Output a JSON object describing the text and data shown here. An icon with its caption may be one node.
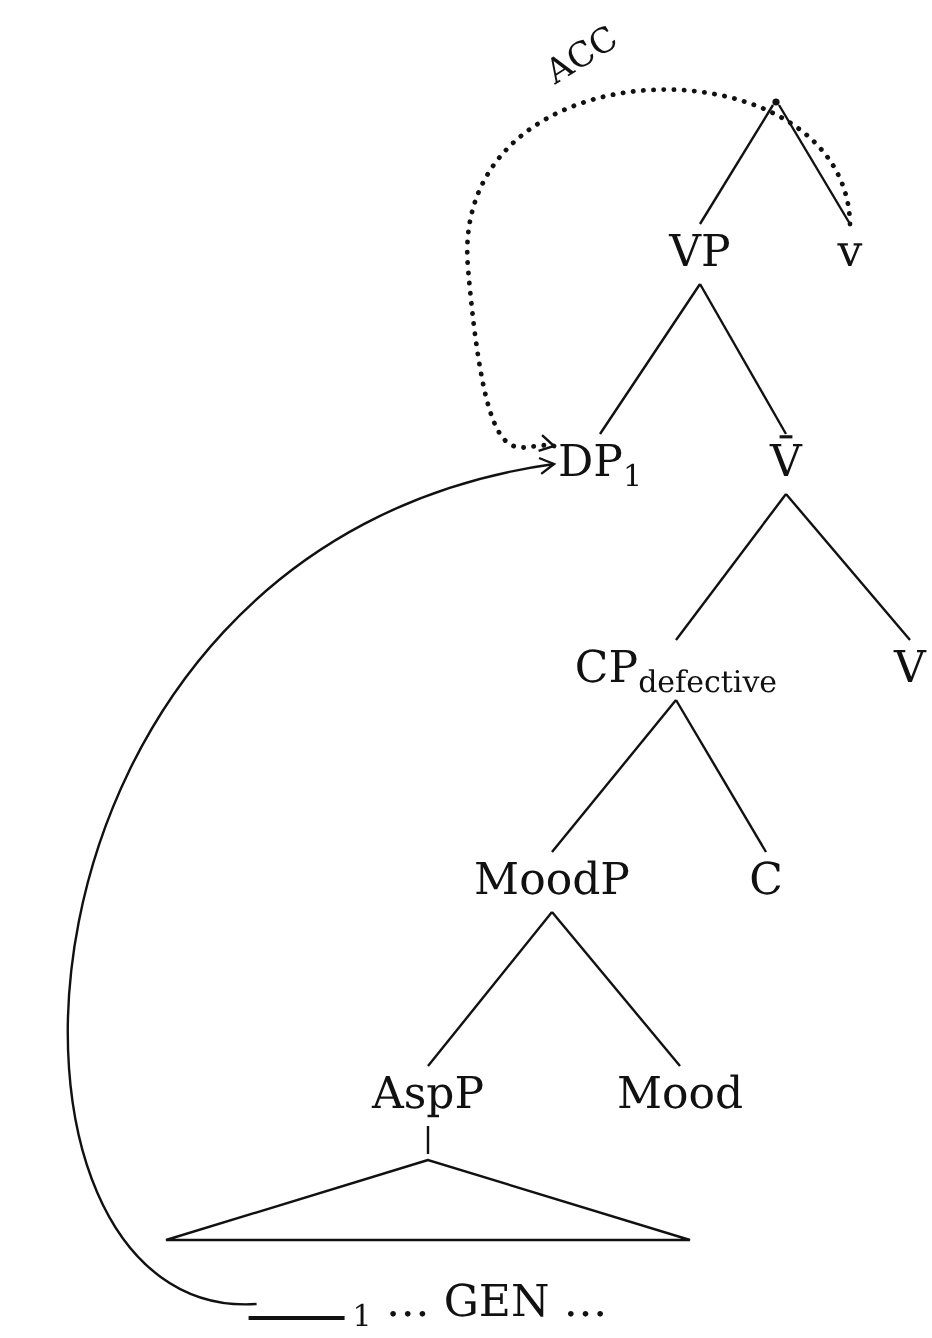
{
  "diagram": {
    "nodes": [
      {
        "text": [],
        "shape": "point"
      },
      {
        "text": [
          "VP"
        ]
      },
      {
        "text": [
          "v"
        ]
      },
      {
        "text": [
          "DP$_{1}$"
        ]
      },
      {
        "text": [
          "V̄"
        ]
      },
      {
        "text": [
          "CP$_{defective}$"
        ]
      },
      {
        "text": [
          "V"
        ]
      },
      {
        "text": [
          "MoodP"
        ]
      },
      {
        "text": [
          "C"
        ]
      },
      {
        "text": [
          "AspP"
        ]
      },
      {
        "text": [
          "Mood"
        ]
      },
      {
        "text": [],
        "shape": "triangle"
      },
      {
        "text": [
          "$_{1}$ … GEN …"
        ]
      }
    ],
    "edges": [
      {
        "from": 0,
        "to": 1,
        "arrow": "none"
      },
      {
        "from": 0,
        "to": 2,
        "arrow": "none"
      },
      {
        "from": 1,
        "to": 3,
        "arrow": "none"
      },
      {
        "from": 1,
        "to": 4,
        "arrow": "none"
      },
      {
        "from": 4,
        "to": 5,
        "arrow": "none"
      },
      {
        "from": 4,
        "to": 6,
        "arrow": "none"
      },
      {
        "from": 5,
        "to": 7,
        "arrow": "none"
      },
      {
        "from": 5,
        "to": 8,
        "arrow": "none"
      },
      {
        "from": 7,
        "to": 9,
        "arrow": "none"
      },
      {
        "from": 7,
        "to": 10,
        "arrow": "none"
      },
      {
        "from": 9,
        "to": 11,
        "arrow": "none"
      },
      {
        "from": 2,
        "to": 3,
        "arrow": "to",
        "style": "dashed",
        "label": "ACC"
      },
      {
        "from": 12,
        "to": 3,
        "arrow": "to"
      }
    ]
  }
}
